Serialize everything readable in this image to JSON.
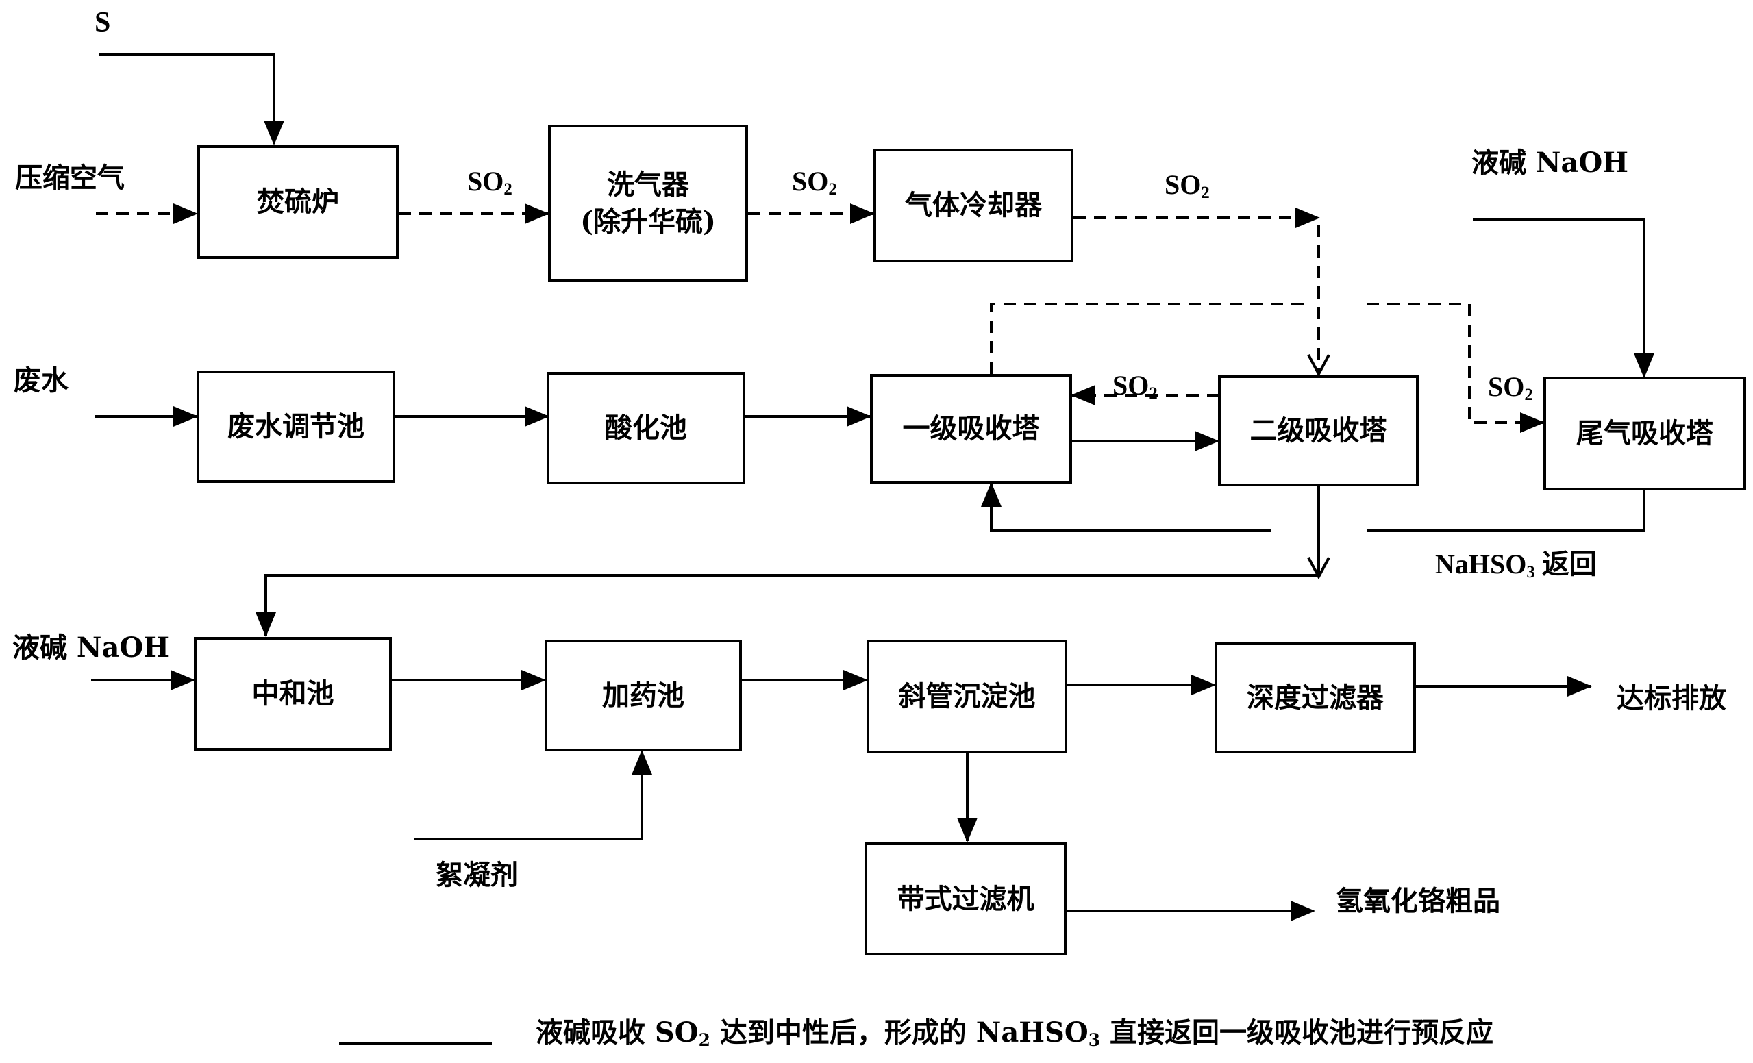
{
  "nodes": {
    "furnace": "焚硫炉",
    "scrubber_line1": "洗气器",
    "scrubber_line2": "(除升华硫)",
    "cooler": "气体冷却器",
    "equalization": "废水调节池",
    "acidification": "酸化池",
    "absorber1": "一级吸收塔",
    "absorber2": "二级吸收塔",
    "tail_absorber": "尾气吸收塔",
    "neutralization": "中和池",
    "dosing": "加药池",
    "settler": "斜管沉淀池",
    "deep_filter": "深度过滤器",
    "belt_filter": "带式过滤机"
  },
  "inputs": {
    "sulfur": "S",
    "compressed_air": "压缩空气",
    "wastewater": "废水",
    "caustic_top": "液碱 NaOH",
    "caustic_left": "液碱 NaOH",
    "flocculant": "絮凝剂"
  },
  "outputs": {
    "discharge": "达标排放",
    "chromium_product": "氢氧化铬粗品"
  },
  "flow_labels": {
    "so2_base": "SO",
    "so2_sub": "2",
    "nahso3_base": "NaHSO",
    "nahso3_sub": "3",
    "return_text": "返回"
  },
  "legend": {
    "text_part1": "液碱吸收 SO",
    "text_sub1": "2",
    "text_part2": " 达到中性后，形成的 NaHSO",
    "text_sub2": "3",
    "text_part3": " 直接返回一级吸收池进行预反应"
  }
}
